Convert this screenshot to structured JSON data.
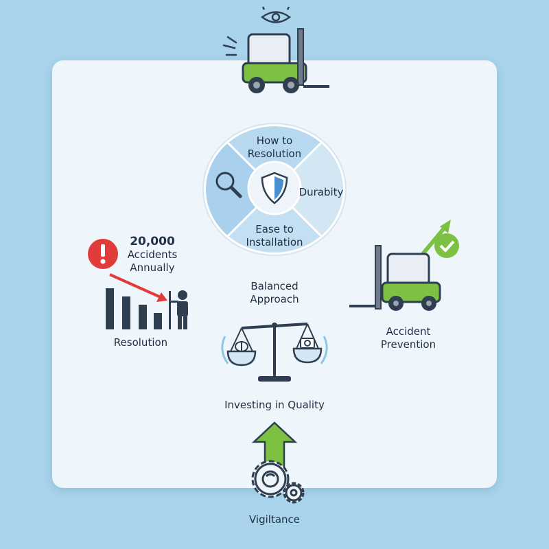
{
  "wheel": {
    "top": "How to Resolution",
    "right": "Durabity",
    "bottom": "Ease to Installation"
  },
  "stat": {
    "value": "20,000",
    "caption": "Accidents Annually"
  },
  "labels": {
    "resolution": "Resolution",
    "balanced": "Balanced Approach",
    "accident_prevention": "Accident Prevention",
    "investing": "Investing in Quality",
    "vigiltance": "Vigiltance"
  },
  "colors": {
    "background": "#a9d4ec",
    "panel": "#eef5fb",
    "forklift_green": "#7cc142",
    "dark": "#2f3e50",
    "alert_red": "#e23b3b",
    "wheel_blue": "#b7d9ef"
  },
  "icons": [
    "eye-icon",
    "shield-icon",
    "magnifier-icon",
    "alert-icon",
    "scale-icon",
    "gears-icon",
    "arrow-up-icon",
    "checkmark-icon"
  ]
}
